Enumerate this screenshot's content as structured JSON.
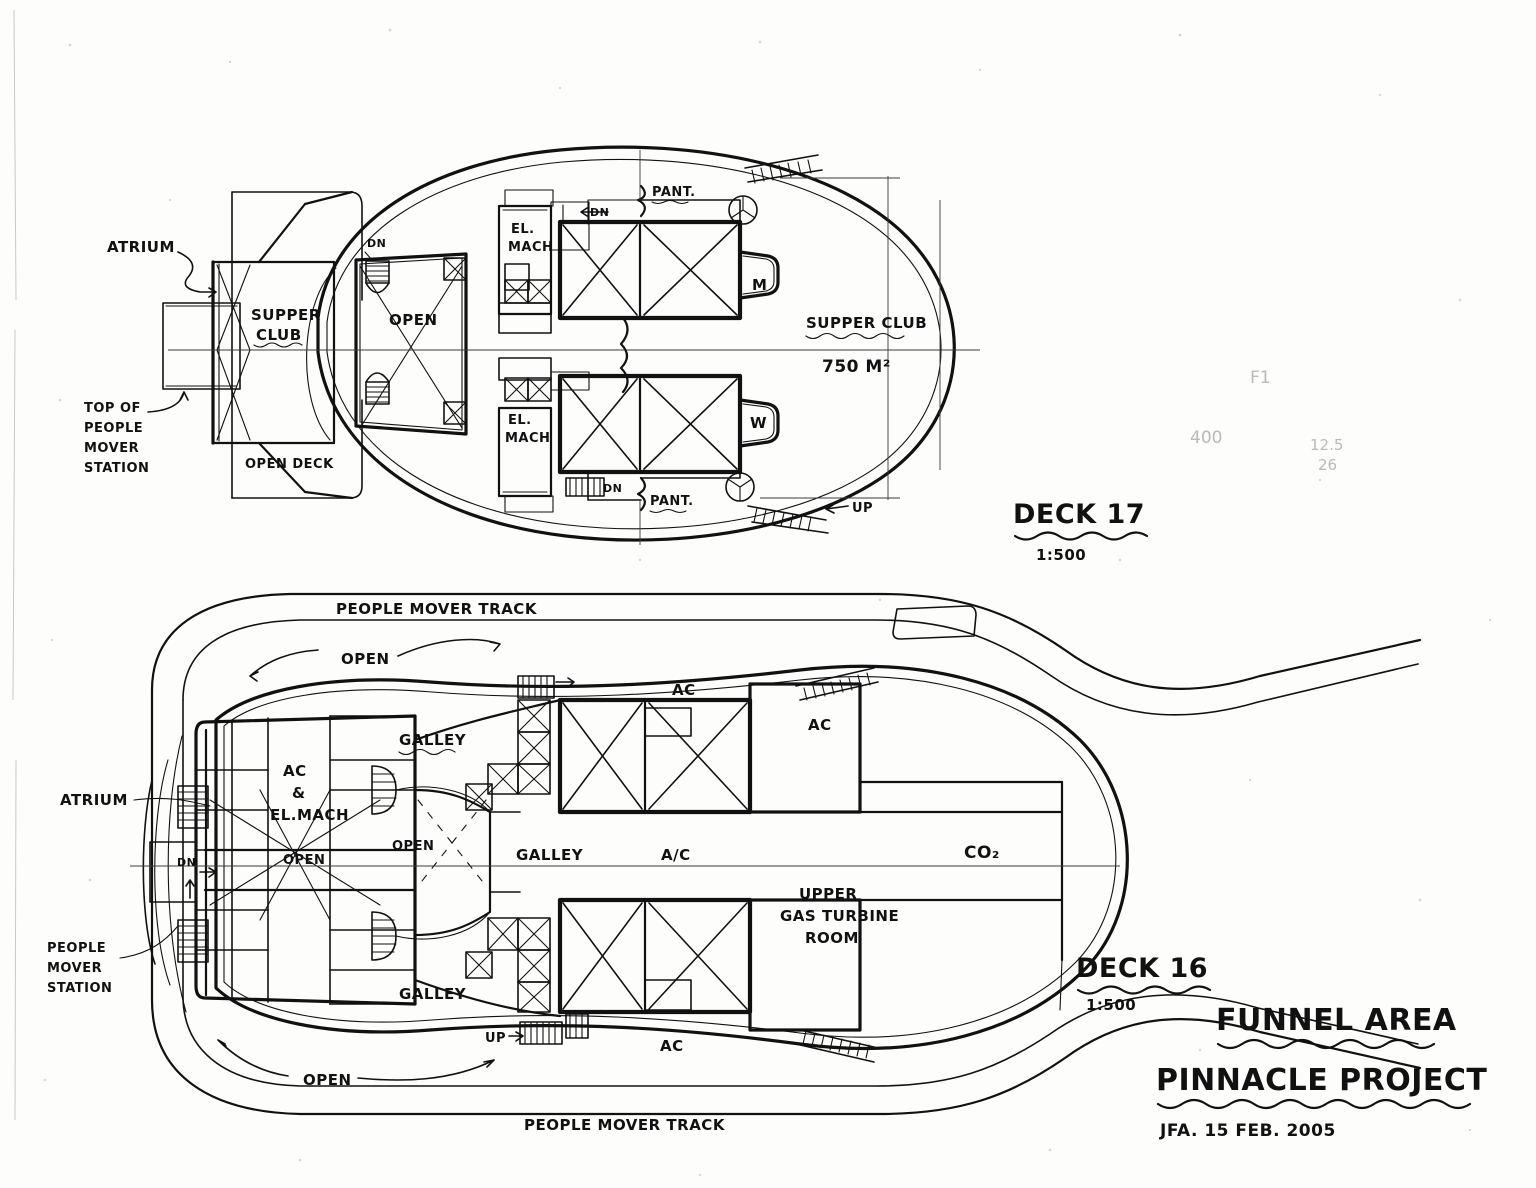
{
  "sheet": {
    "medium": "hand-drawn pencil and ink architectural sketch on paper",
    "ink_color": "#111111",
    "paper_color": "#fdfdfc",
    "pencil_color": "#b9b9b9"
  },
  "title_block": {
    "deck17_title": "DECK 17",
    "deck17_scale": "1:500",
    "deck16_title": "DECK 16",
    "deck16_scale": "1:500",
    "subject": "FUNNEL AREA",
    "project": "PINNACLE PROJECT",
    "signature": "JFA. 15 FEB. 2005"
  },
  "deck17": {
    "name": "DECK 17",
    "labels": {
      "atrium": "ATRIUM",
      "top_of_people_mover_station": "TOP OF\nPEOPLE\nMOVER\nSTATION",
      "supper_club_left": "SUPPER\nCLUB",
      "open_deck": "OPEN DECK",
      "open_center": "OPEN",
      "el_mach_upper": "EL.\nMACH",
      "el_mach_lower": "EL.\nMACH",
      "pant_upper": "PANT.",
      "pant_lower": "PANT.",
      "dn_upper": "DN",
      "dn_lower": "DN",
      "dn_left": "DN",
      "funnel_m": "M",
      "funnel_w": "W",
      "supper_club_area_name": "SUPPER CLUB",
      "supper_club_area_value": "750 M²",
      "up_arrow": "UP"
    },
    "lines": [
      "TOP OF",
      "PEOPLE",
      "MOVER",
      "STATION"
    ],
    "supper_club_left_lines": [
      "SUPPER",
      "CLUB"
    ],
    "el_mach_lines": [
      "EL.",
      "MACH"
    ]
  },
  "deck16": {
    "name": "DECK 16",
    "labels": {
      "people_mover_track_top": "PEOPLE  MOVER  TRACK",
      "people_mover_track_bottom": "PEOPLE  MOVER  TRACK",
      "open_top": "OPEN",
      "open_bottom": "OPEN",
      "open_mid_left": "OPEN",
      "open_mid_right": "OPEN",
      "atrium": "ATRIUM",
      "people_mover_station": "PEOPLE\nMOVER\nSTATION",
      "ac_el_mach": "AC\n&\nEL.MACH",
      "galley_upper_left": "GALLEY",
      "galley_mid": "GALLEY",
      "galley_lower": "GALLEY",
      "ac_top": "AC",
      "ac_upper_right": "AC",
      "ac_bottom": "AC",
      "a_c_mid": "A/C",
      "co2": "CO₂",
      "upper_gas_turbine_room": "UPPER\nGAS TURBINE\nROOM",
      "dn": "DN",
      "up": "UP"
    },
    "ac_el_mach_lines": [
      "AC",
      "&",
      "EL.MACH"
    ],
    "people_mover_station_lines": [
      "PEOPLE",
      "MOVER",
      "STATION"
    ],
    "upper_gas_turbine_room_lines": [
      "UPPER",
      "GAS TURBINE",
      "ROOM"
    ]
  },
  "pencil_notes": {
    "note_f1": "F1",
    "note_400": "400",
    "note_125": "12.5",
    "note_26": "26"
  }
}
